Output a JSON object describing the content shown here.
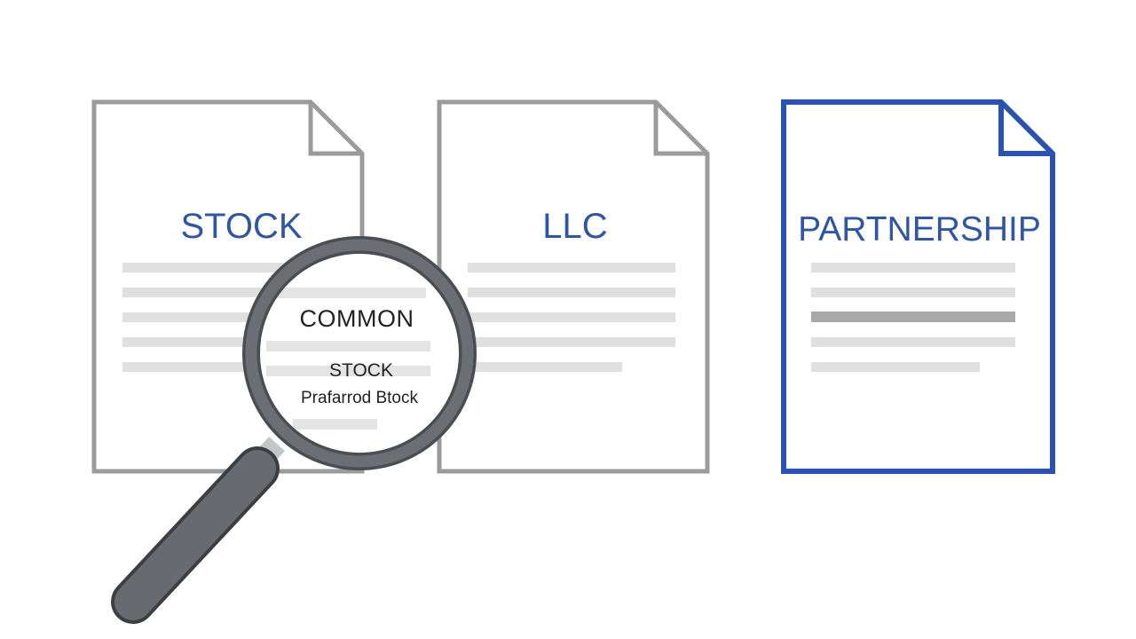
{
  "documents": [
    {
      "title": "STOCK",
      "state": "default"
    },
    {
      "title": "LLC",
      "state": "default"
    },
    {
      "title": "PARTNERSHIP",
      "state": "selected"
    }
  ],
  "magnifier": {
    "line1": "COMMON",
    "line2": "STOCK",
    "line3": "Prafarrod Btock"
  },
  "colors": {
    "doc_border": "#9b9b9b",
    "selected_border": "#2a52b6",
    "title_text": "#2f55a8",
    "text_lines": "#e0e0e0",
    "highlight_line": "#a9a9a9",
    "magnifier_rim": "#616468",
    "magnifier_handle": "#62666a"
  },
  "icons": [
    "document-icon",
    "magnifying-glass-icon"
  ]
}
